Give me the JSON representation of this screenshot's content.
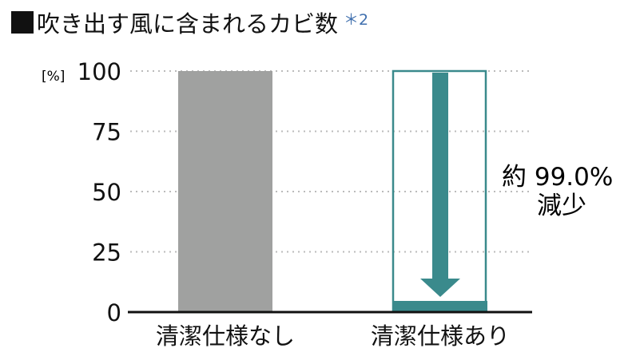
{
  "title": {
    "text": "吹き出す風に含まれるカビ数",
    "note": "＊2"
  },
  "colors": {
    "note": "#3f6fae",
    "bar_without": "#a0a1a0",
    "accent": "#3a8a8c",
    "axis": "#111111",
    "grid": "#bbbbbb"
  },
  "annotation": {
    "line1": "約 99.0%",
    "line2": "減少"
  },
  "chart_data": {
    "type": "bar",
    "categories": [
      "清潔仕様なし",
      "清潔仕様あり"
    ],
    "values": [
      100,
      1
    ],
    "ylabel": "[%]",
    "ylim": [
      0,
      100
    ],
    "yticks": [
      0,
      25,
      50,
      75,
      100
    ],
    "grid": true
  }
}
